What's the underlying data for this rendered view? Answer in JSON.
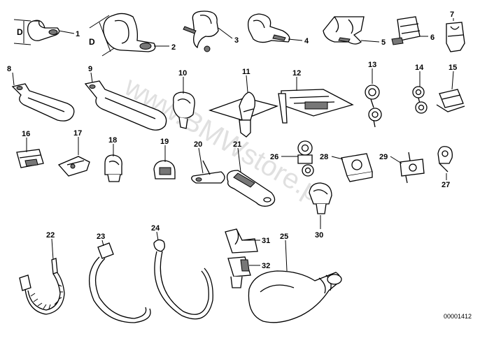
{
  "watermark": "www.BMWstore.pl",
  "diagram_code": "00001412",
  "dimension_label": "D",
  "parts": [
    {
      "id": "p1",
      "num": "1"
    },
    {
      "id": "p2",
      "num": "2"
    },
    {
      "id": "p3",
      "num": "3"
    },
    {
      "id": "p4",
      "num": "4"
    },
    {
      "id": "p5",
      "num": "5"
    },
    {
      "id": "p6",
      "num": "6"
    },
    {
      "id": "p7",
      "num": "7"
    },
    {
      "id": "p8",
      "num": "8"
    },
    {
      "id": "p9",
      "num": "9"
    },
    {
      "id": "p10",
      "num": "10"
    },
    {
      "id": "p11",
      "num": "11"
    },
    {
      "id": "p12",
      "num": "12"
    },
    {
      "id": "p13",
      "num": "13"
    },
    {
      "id": "p14",
      "num": "14"
    },
    {
      "id": "p15",
      "num": "15"
    },
    {
      "id": "p16",
      "num": "16"
    },
    {
      "id": "p17",
      "num": "17"
    },
    {
      "id": "p18",
      "num": "18"
    },
    {
      "id": "p19",
      "num": "19"
    },
    {
      "id": "p20",
      "num": "20"
    },
    {
      "id": "p21",
      "num": "21"
    },
    {
      "id": "p22",
      "num": "22"
    },
    {
      "id": "p23",
      "num": "23"
    },
    {
      "id": "p24",
      "num": "24"
    },
    {
      "id": "p25",
      "num": "25"
    },
    {
      "id": "p26",
      "num": "26"
    },
    {
      "id": "p27",
      "num": "27"
    },
    {
      "id": "p28",
      "num": "28"
    },
    {
      "id": "p29",
      "num": "29"
    },
    {
      "id": "p30",
      "num": "30"
    },
    {
      "id": "p31",
      "num": "31"
    },
    {
      "id": "p32",
      "num": "32"
    }
  ]
}
